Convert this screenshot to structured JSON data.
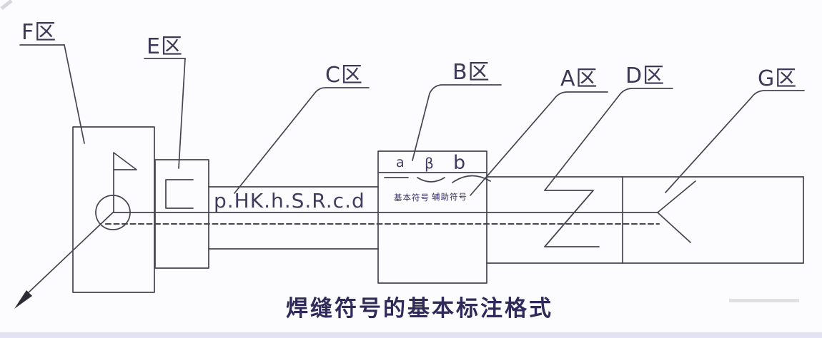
{
  "figure": {
    "caption": "焊缝符号的基本标注格式",
    "weld_size_string": "p.HK.h.S.R.c.d"
  },
  "zones": {
    "f": "F区",
    "e": "E区",
    "c": "C区",
    "b": "B区",
    "a": "A区",
    "d": "D区",
    "g": "G区"
  },
  "symbol_box": {
    "greek_a": "a",
    "greek_beta": "β",
    "letter_b": "b",
    "label_left": "基本符号",
    "label_right": "辅助符号"
  },
  "colors": {
    "line": "#444452",
    "text": "#3c3856",
    "caption": "#2f2a5a",
    "background": "#fcfcfe",
    "artifact_gray": "#d9dbdd",
    "bottom_band": "#e3e3f4"
  }
}
